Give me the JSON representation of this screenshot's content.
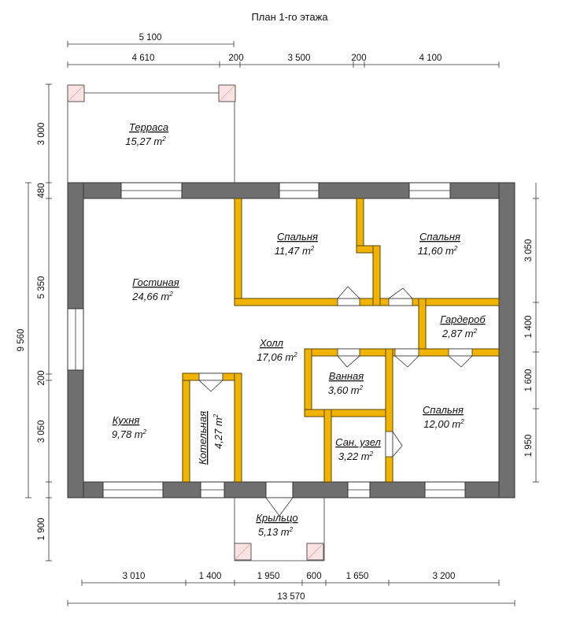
{
  "title": "План 1-го этажа",
  "rooms": {
    "terrace": {
      "name": "Терраса",
      "area": "15,27 m",
      "unit_sup": "2"
    },
    "living": {
      "name": "Гостиная",
      "area": "24,66 m",
      "unit_sup": "2"
    },
    "bedroom1": {
      "name": "Спальня",
      "area": "11,47 m",
      "unit_sup": "2"
    },
    "bedroom2": {
      "name": "Спальня",
      "area": "11,60 m",
      "unit_sup": "2"
    },
    "wardrobe": {
      "name": "Гардероб",
      "area": "2,87 m",
      "unit_sup": "2"
    },
    "hall": {
      "name": "Холл",
      "area": "17,06 m",
      "unit_sup": "2"
    },
    "bathroom": {
      "name": "Ванная",
      "area": "3,60 m",
      "unit_sup": "2"
    },
    "kitchen": {
      "name": "Кухня",
      "area": "9,78 m",
      "unit_sup": "2"
    },
    "boiler": {
      "name": "Котельная",
      "area": "4,27 m",
      "unit_sup": "2"
    },
    "wc": {
      "name": "Сан. узел",
      "area": "3,22 m",
      "unit_sup": "2"
    },
    "bedroom3": {
      "name": "Спальня",
      "area": "12,00 m",
      "unit_sup": "2"
    },
    "porch": {
      "name": "Крыльцо",
      "area": "5,13 m",
      "unit_sup": "2"
    }
  },
  "dimensions": {
    "top_overall": "5 100",
    "top_row": [
      "4 610",
      "200",
      "3 500",
      "200",
      "4 100"
    ],
    "left_outer": "9 560",
    "left_inner": [
      "3 000",
      "480",
      "5 350",
      "200",
      "3 050",
      "1 900"
    ],
    "right": [
      "3 050",
      "1 400",
      "1 600",
      "1 950"
    ],
    "bottom_row": [
      "3 010",
      "1 400",
      "1 950",
      "600",
      "1 650",
      "3 200"
    ],
    "bottom_overall": "13 570"
  }
}
